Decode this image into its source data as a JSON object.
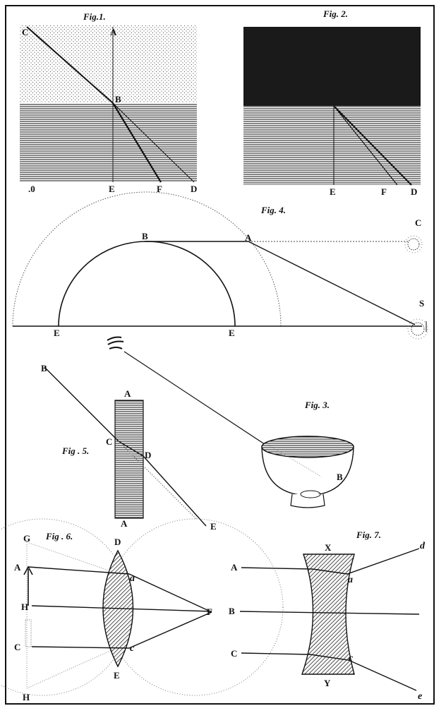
{
  "fig1": {
    "caption": "Fig.1.",
    "labels": {
      "A": "A",
      "B": "B",
      "C": "C",
      "E": "E",
      "F": "F",
      "D": "D",
      "O": ".0"
    }
  },
  "fig2": {
    "caption": "Fig. 2.",
    "labels": {
      "E": "E",
      "F": "F",
      "D": "D"
    }
  },
  "fig3": {
    "caption": "Fig. 3.",
    "labels": {
      "B": "B"
    }
  },
  "fig4": {
    "caption": "Fig. 4.",
    "labels": {
      "A": "A",
      "B": "B",
      "C": "C",
      "S": "S",
      "E1": "E",
      "E2": "E"
    }
  },
  "fig5": {
    "caption": "Fig . 5.",
    "labels": {
      "A1": "A",
      "A2": "A",
      "B": "B",
      "C": "C",
      "D": "D",
      "E": "E"
    }
  },
  "fig6": {
    "caption": "Fig . 6.",
    "labels": {
      "G": "G",
      "A": "A",
      "H1": "H",
      "C": "C",
      "H2": "H",
      "D": "D",
      "E": "E",
      "a": "a",
      "c": "c",
      "F": "F"
    }
  },
  "fig7": {
    "caption": "Fig. 7.",
    "labels": {
      "X": "X",
      "Y": "Y",
      "A": "A",
      "B": "B",
      "C": "C",
      "a": "a",
      "c": "c",
      "d": "d",
      "e": "e"
    }
  }
}
